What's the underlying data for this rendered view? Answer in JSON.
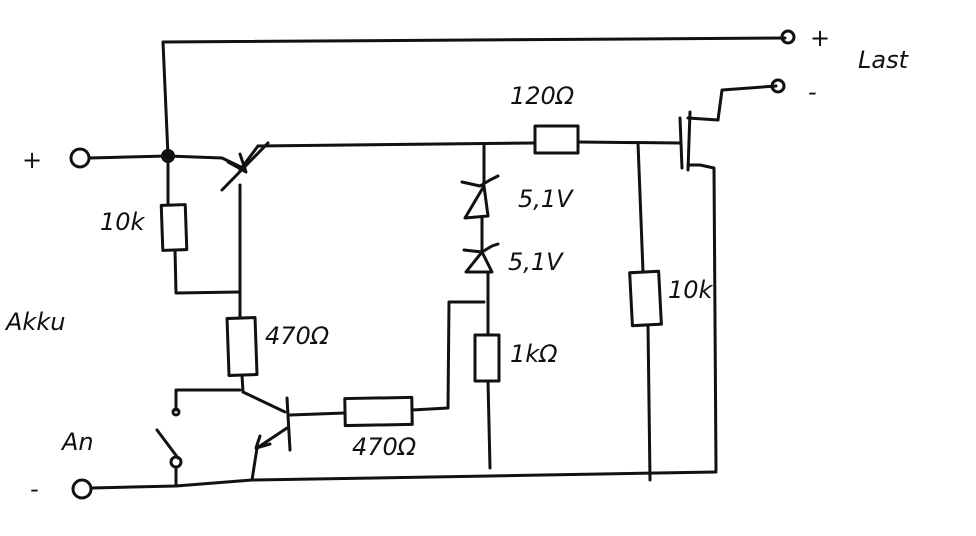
{
  "terminals": {
    "battery_plus": "+",
    "battery_minus": "-",
    "load_plus": "+",
    "load_minus": "-"
  },
  "labels": {
    "battery": "Akku",
    "load": "Last",
    "switch": "An",
    "r_base_pullup": "10k",
    "r_collector": "470Ω",
    "r_gate": "470Ω",
    "r_zener": "1kΩ",
    "r_series": "120Ω",
    "r_bleed": "10k",
    "zener1": "5,1V",
    "zener2": "5,1V"
  }
}
